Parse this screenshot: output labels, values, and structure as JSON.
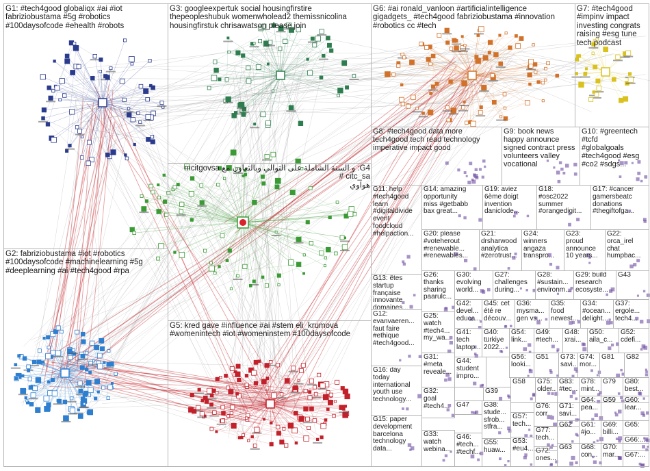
{
  "groups": [
    {
      "id": "G1",
      "label": "G1: #tech4good globaliqx #ai #iot\nfabriziobustama #5g #robotics\n#100daysofcode #ehealth #robots",
      "color": "#2a3a8c"
    },
    {
      "id": "G2",
      "label": "G2: fabriziobustama #iot #robotics\n#100daysofcode #machinelearning #5g\n#deeplearning #ai #tech4good #rpa",
      "color": "#2f7fd0"
    },
    {
      "id": "G3",
      "label": "G3: googleexpertuk social housingfirstire\nthepeopleshubuk womenwholead2 themissnicolina\nhousingfirstuk chrisawatson  please join",
      "color": "#2e7d4f"
    },
    {
      "id": "G4",
      "label": "G4: و السنة الشاملة على التوالي وبالتعاون مع mcitgovsa citc_sa #\nهواوي",
      "color": "#3c9a36"
    },
    {
      "id": "G5",
      "label": "G5: kred gave #influence #ai #stem eli_krumova\n#womenintech #iot #womeninstem #100daysofcode",
      "color": "#c2202a"
    },
    {
      "id": "G6",
      "label": "G6: #ai ronald_vanloon #artificialintelligence\ngigadgets_ #tech4good fabriziobustama #innovation\n#robotics cc #tech",
      "color": "#d2722a"
    },
    {
      "id": "G7",
      "label": "G7: #tech4good\n#impinv impact\ninvesting congrats\nraising #esg tune\ntech podcast",
      "color": "#d9c21e"
    },
    {
      "id": "G8",
      "label": "G8: #tech4good data more\ntech4good tech read technology\nimperative impact good",
      "color": "#6c4ba0"
    },
    {
      "id": "G9",
      "label": "G9: book news\nhappy announce\nsigned contract press\nvolunteers valley\nvocational",
      "color": "#8a5a2b"
    },
    {
      "id": "G10",
      "label": "G10: #greentech\n#tcfd\n#globalgoals\n#tech4good #esg\n#co2 #sdgs...",
      "color": "#7a3f8a"
    },
    {
      "id": "G11",
      "label": "G11: help\n#tech4good\nlearn\n#digitaldivide\nevent\nfoodcloud\n#helpaction...",
      "color": "#2a6b8e"
    },
    {
      "id": "G12",
      "label": "G12:\nevanvaeren...\nfaut faire\n#ethique\n#tech4good...",
      "color": "#2a6b8e"
    },
    {
      "id": "G13",
      "label": "G13: êtes\nstartup\nfrançaise\ninnovante\ndomaines...",
      "color": "#2a6b8e"
    },
    {
      "id": "G14",
      "label": "G14: amazing\nopportunity\nmiss #getbabb\nbax great...",
      "color": "#2a6b8e"
    },
    {
      "id": "G15",
      "label": "G15: paper\ndevelopment\nbarcelona\ntechnology\ndata...",
      "color": "#2a6b8e"
    },
    {
      "id": "G16",
      "label": "G16: day\ntoday\ninternational\nyouth use\ntechnology...",
      "color": "#2a6b8e"
    },
    {
      "id": "G17",
      "label": "G17: #cancer\ngamersbeatc\ndonations\n#thegiftofga...",
      "color": "#2a6b8e"
    },
    {
      "id": "G18",
      "label": "G18:\n#osc2022\nsummer\n#orangedigit...",
      "color": "#2a6b8e"
    },
    {
      "id": "G19",
      "label": "G19: aviez\n6ème doigt\ninvention\ndaniclode...",
      "color": "#2a6b8e"
    },
    {
      "id": "G20",
      "label": "G20: please\n#voteherout\n#renewable...\n#renewables...",
      "color": "#2a6b8e"
    },
    {
      "id": "G21",
      "label": "G21:\ndrsharwood\nanalytica\n#zerotrust...",
      "color": "#2a6b8e"
    },
    {
      "id": "G22",
      "label": "G22:\norca_irel\nchat\nhumpbac...",
      "color": "#2a6b8e"
    },
    {
      "id": "G23",
      "label": "G23:\nproud\nannounce\n10 years...",
      "color": "#2a6b8e"
    },
    {
      "id": "G24",
      "label": "G24:\nwinners\nangaza\ntranspro...",
      "color": "#2a6b8e"
    },
    {
      "id": "G25",
      "label": "G25:\nwatch\n#tech4...\nmy_wa...",
      "color": "#2a6b8e"
    },
    {
      "id": "G26",
      "label": "G26:\nthanks\nsharing\npaarulc...",
      "color": "#2a6b8e"
    },
    {
      "id": "G27",
      "label": "G27:\nchallenges\nduring...",
      "color": "#2a6b8e"
    },
    {
      "id": "G28",
      "label": "G28:\n#sustain...\nenvironm...",
      "color": "#2a6b8e"
    },
    {
      "id": "G29",
      "label": "G29: build\nresearch\necosyste...",
      "color": "#2a6b8e"
    },
    {
      "id": "G30",
      "label": "G30:\nevolving\nworld...",
      "color": "#2a6b8e"
    },
    {
      "id": "G31",
      "label": "G31:\n#meta\nreveale...",
      "color": "#2a6b8e"
    },
    {
      "id": "G32",
      "label": "G32:\ngoal\n#tech4...",
      "color": "#2a6b8e"
    },
    {
      "id": "G33",
      "label": "G33:\nwatch\nwebina...",
      "color": "#2a6b8e"
    },
    {
      "id": "G34",
      "label": "G34:\n#ocean...\ndelight...",
      "color": "#2a6b8e"
    },
    {
      "id": "G35",
      "label": "G35:\nfood\nnewest...",
      "color": "#2a6b8e"
    },
    {
      "id": "G36",
      "label": "G36:\nmysma...\ngen vs...",
      "color": "#2a6b8e"
    },
    {
      "id": "G37",
      "label": "G37:\nergole...\ntech4...",
      "color": "#2a6b8e"
    },
    {
      "id": "G38",
      "label": "G38:\nstude...\nsfrob...\nstfra...",
      "color": "#2a6b8e"
    },
    {
      "id": "G39",
      "label": "G39",
      "color": "#2a6b8e"
    },
    {
      "id": "G40",
      "label": "G40:\ntürkiye\n2022...",
      "color": "#2a6b8e"
    },
    {
      "id": "G41",
      "label": "G41:\ntech\nlaptop...",
      "color": "#2a6b8e"
    },
    {
      "id": "G42",
      "label": "G42:\ndevel...\neduca...",
      "color": "#2a6b8e"
    },
    {
      "id": "G43",
      "label": "G43",
      "color": "#2a6b8e"
    },
    {
      "id": "G44",
      "label": "G44:\nstudent\nimpro...",
      "color": "#2a6b8e"
    },
    {
      "id": "G45",
      "label": "G45: cet\nété re\ndécouv...",
      "color": "#2a6b8e"
    },
    {
      "id": "G46",
      "label": "G46:\n#tech...\n#techf...",
      "color": "#2a6b8e"
    },
    {
      "id": "G47",
      "label": "G47",
      "color": "#2a6b8e"
    },
    {
      "id": "G48",
      "label": "G48:\nxrai...",
      "color": "#2a6b8e"
    },
    {
      "id": "G49",
      "label": "G49:\n#tech...",
      "color": "#2a6b8e"
    },
    {
      "id": "G50",
      "label": "G50:\naila_c...",
      "color": "#2a6b8e"
    },
    {
      "id": "G51",
      "label": "G51",
      "color": "#2a6b8e"
    },
    {
      "id": "G52",
      "label": "G52:\ncdefi...",
      "color": "#2a6b8e"
    },
    {
      "id": "G53",
      "label": "G53:\n#eu4...",
      "color": "#2a6b8e"
    },
    {
      "id": "G54",
      "label": "G54:\nlink...",
      "color": "#2a6b8e"
    },
    {
      "id": "G55",
      "label": "G55:\nhuaw...",
      "color": "#2a6b8e"
    },
    {
      "id": "G56",
      "label": "G56:\nlooki...",
      "color": "#2a6b8e"
    },
    {
      "id": "G57",
      "label": "G57:\ntech...",
      "color": "#2a6b8e"
    },
    {
      "id": "G58",
      "label": "G58",
      "color": "#2a6b8e"
    },
    {
      "id": "G59",
      "label": "G59",
      "color": "#2a6b8e"
    },
    {
      "id": "G60",
      "label": "G60:\nlear...",
      "color": "#2a6b8e"
    },
    {
      "id": "G61",
      "label": "G61:\n#jo...",
      "color": "#2a6b8e"
    },
    {
      "id": "G62",
      "label": "G62",
      "color": "#2a6b8e"
    },
    {
      "id": "G63",
      "label": "G63",
      "color": "#2a6b8e"
    },
    {
      "id": "G64",
      "label": "G64:\npea...",
      "color": "#2a6b8e"
    },
    {
      "id": "G65",
      "label": "G65:",
      "color": "#2a6b8e"
    },
    {
      "id": "G66",
      "label": "G66:...",
      "color": "#2a6b8e"
    },
    {
      "id": "G67",
      "label": "G67:...",
      "color": "#2a6b8e"
    },
    {
      "id": "G68",
      "label": "G68:\ncon...",
      "color": "#2a6b8e"
    },
    {
      "id": "G69",
      "label": "G69:\nbilli...",
      "color": "#2a6b8e"
    },
    {
      "id": "G70",
      "label": "G70:\nmar...",
      "color": "#2a6b8e"
    },
    {
      "id": "G71",
      "label": "G71:\nsavi...",
      "color": "#2a6b8e"
    },
    {
      "id": "G72",
      "label": "G72:\nones...",
      "color": "#2a6b8e"
    },
    {
      "id": "G73",
      "label": "G73:\nsavi...",
      "color": "#2a6b8e"
    },
    {
      "id": "G74",
      "label": "G74:\nmor...",
      "color": "#2a6b8e"
    },
    {
      "id": "G75",
      "label": "G75:\nolder...",
      "color": "#2a6b8e"
    },
    {
      "id": "G76",
      "label": "G76:\ncorr...",
      "color": "#2a6b8e"
    },
    {
      "id": "G77",
      "label": "G77:\ntech...",
      "color": "#2a6b8e"
    },
    {
      "id": "G78",
      "label": "G78:\nmint...",
      "color": "#2a6b8e"
    },
    {
      "id": "G79",
      "label": "G79",
      "color": "#2a6b8e"
    },
    {
      "id": "G80",
      "label": "G80:\nbest...",
      "color": "#2a6b8e"
    },
    {
      "id": "G81",
      "label": "G81",
      "color": "#2a6b8e"
    },
    {
      "id": "G82",
      "label": "G82",
      "color": "#2a6b8e"
    },
    {
      "id": "G83",
      "label": "G83:\n#tec...",
      "color": "#2a6b8e"
    }
  ],
  "colors": {
    "background": "#ffffff",
    "box_border": "#b4b4b4",
    "edge_gray": "#8a8a8a",
    "edge_red": "#c8282e",
    "hub_huawei": "#d8232a"
  }
}
